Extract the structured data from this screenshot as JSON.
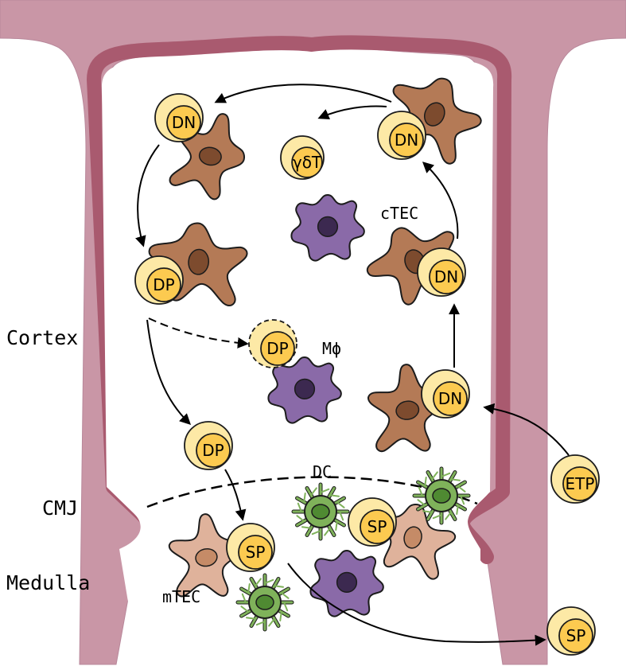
{
  "colors": {
    "tissue": "#c996a6",
    "capsule": "#a95a6f",
    "cortex_bg": "#ffffff",
    "lymph_outer": "#fde9a6",
    "lymph_inner": "#fcca50",
    "ctec": "#b47a56",
    "ctec_nucleus": "#7d4b2e",
    "mtec": "#dfb29b",
    "mtec_nucleus": "#c58b67",
    "macrophage": "#8a6aa8",
    "macrophage_nucleus": "#3c2950",
    "dc": "#7fb25a",
    "dc_nucleus": "#4f8a32",
    "stroke": "#1c1c1c"
  },
  "regions": {
    "cortex": "Cortex",
    "cmj": "CMJ",
    "medulla": "Medulla"
  },
  "cell_types": {
    "ctec": "cTEC",
    "mtec": "mTEC",
    "macrophage": "Mϕ",
    "dc": "DC"
  },
  "lymphocytes": {
    "etp": "ETP",
    "dn_entry": "DN",
    "dn_mid": "DN",
    "dn_upper": "DN",
    "dn_topleft": "DN",
    "gdt": "γδT",
    "dp_left": "DP",
    "dp_dying": "DP",
    "dp_lower": "DP",
    "sp_mtec": "SP",
    "sp_dc": "SP",
    "sp_exit": "SP"
  }
}
